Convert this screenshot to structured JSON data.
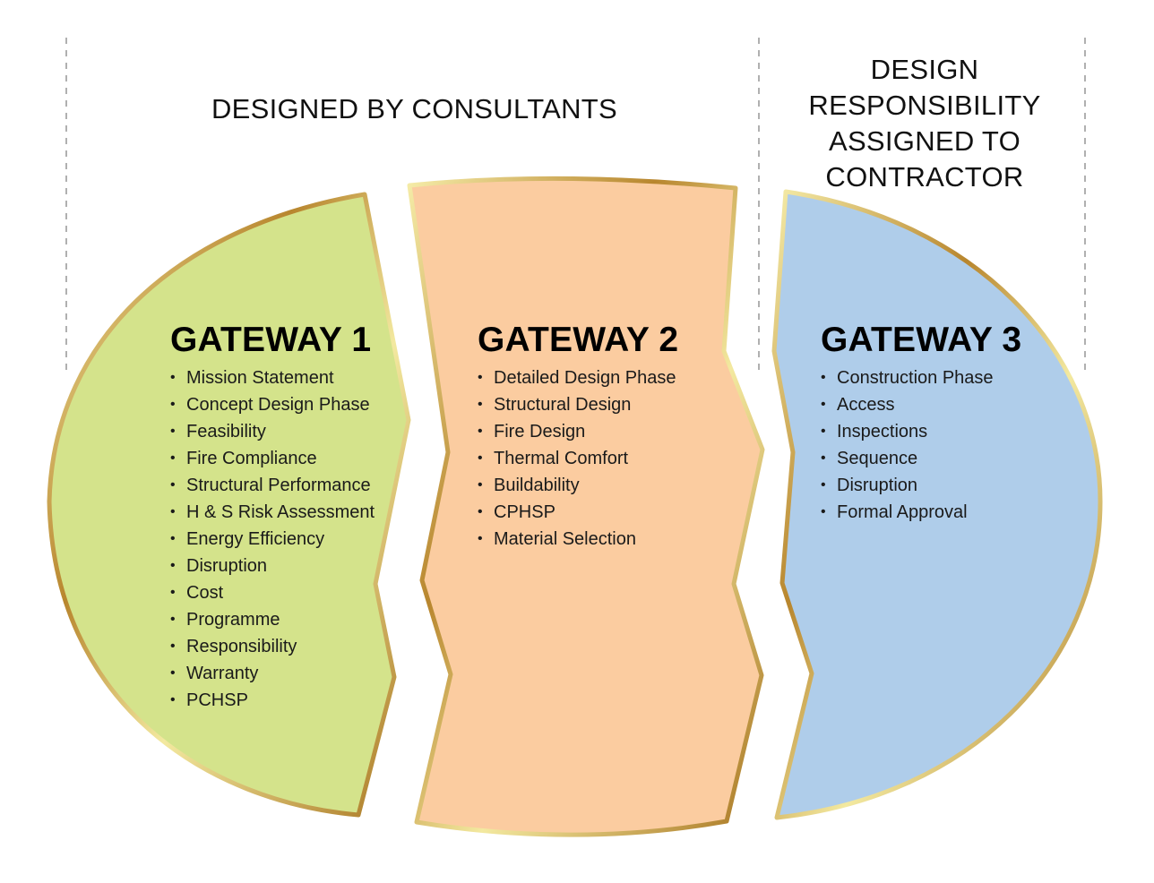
{
  "headers": {
    "consultants": "DESIGNED BY CONSULTANTS",
    "contractor_lines": [
      "DESIGN",
      "RESPONSIBILITY",
      "ASSIGNED TO",
      "CONTRACTOR"
    ]
  },
  "colors": {
    "gateway_1_fill": "#d4e38b",
    "gateway_2_fill": "#fbcca0",
    "gateway_3_fill": "#afcdea",
    "border_gold": "#b8862e",
    "border_light": "#f3e9a0",
    "divider": "#b0b0b0"
  },
  "gateways": [
    {
      "title": "GATEWAY 1",
      "items": [
        "Mission Statement",
        "Concept Design Phase",
        "Feasibility",
        "Fire Compliance",
        "Structural Performance",
        "H & S Risk Assessment",
        "Energy Efficiency",
        "Disruption",
        "Cost",
        "Programme",
        "Responsibility",
        "Warranty",
        "PCHSP"
      ]
    },
    {
      "title": "GATEWAY 2",
      "items": [
        "Detailed Design Phase",
        "Structural Design",
        "Fire Design",
        "Thermal Comfort",
        "Buildability",
        "CPHSP",
        "Material Selection"
      ]
    },
    {
      "title": "GATEWAY 3",
      "items": [
        "Construction Phase",
        "Access",
        "Inspections",
        "Sequence",
        "Disruption",
        "Formal Approval"
      ]
    }
  ]
}
